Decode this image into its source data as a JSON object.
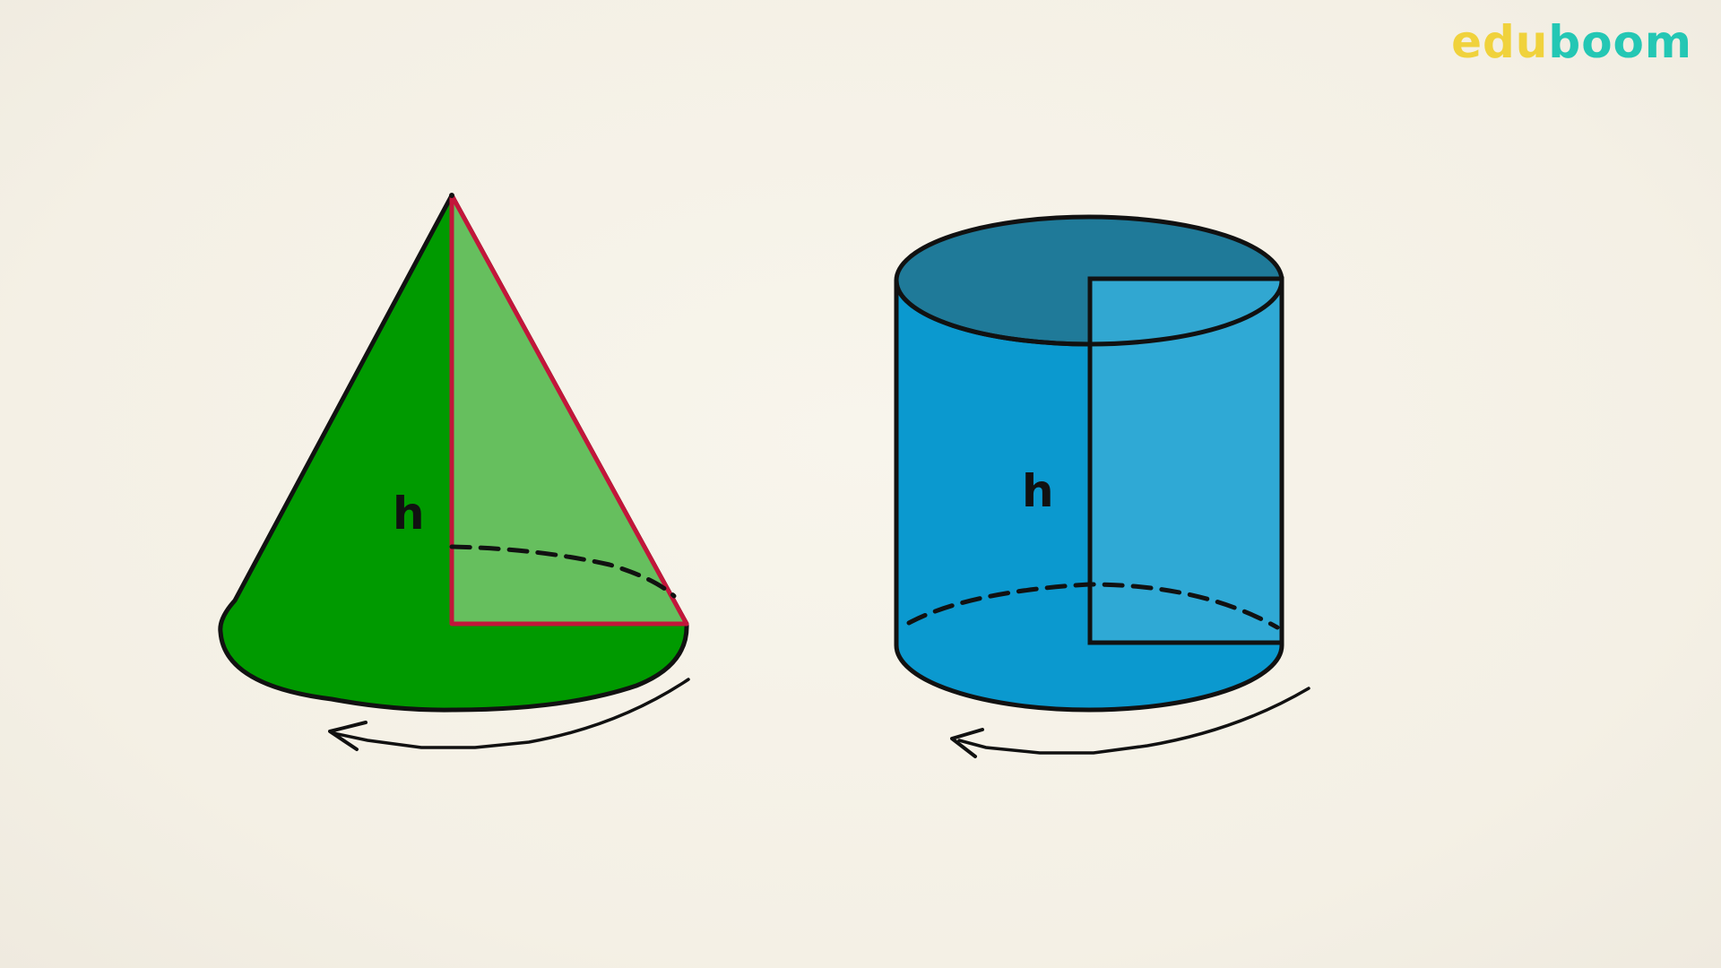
{
  "logo": {
    "part1": "edu",
    "part2": "boom"
  },
  "cone": {
    "height_label": "h",
    "body_color": "#009a00",
    "triangle_color": "#66bf5e",
    "edge_color": "#c2163a"
  },
  "cylinder": {
    "height_label": "h",
    "body_color": "#0b99cf",
    "top_color": "#1f7a99",
    "rectangle_color": "#33aad6"
  },
  "icons": [
    "rotation-arrow-icon",
    "rotation-arrow-icon"
  ]
}
